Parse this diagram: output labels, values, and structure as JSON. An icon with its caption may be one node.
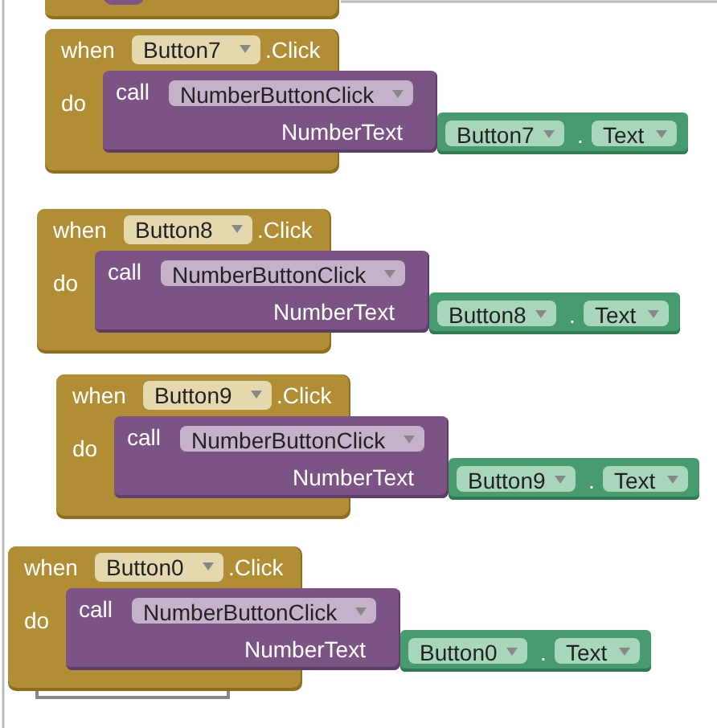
{
  "diagram": {
    "nodes": [
      {
        "text": [],
        "shape": "box"
      },
      {
        "text": [
          "when",
          ".Click",
          "do"
        ]
      },
      {
        "text": [
          "Button7"
        ],
        "in": 1
      },
      {
        "text": [
          "call",
          "NumberText"
        ]
      },
      {
        "text": [
          "NumberButtonClick"
        ],
        "in": 3
      },
      {
        "text": [
          "."
        ]
      },
      {
        "text": [
          "Button7"
        ],
        "in": 5
      },
      {
        "text": [
          "Text"
        ],
        "in": 5
      },
      {
        "text": [
          "when",
          ".Click",
          "do"
        ]
      },
      {
        "text": [
          "Button8"
        ],
        "in": 8
      },
      {
        "text": [
          "call",
          "NumberText"
        ]
      },
      {
        "text": [
          "NumberButtonClick"
        ],
        "in": 10
      },
      {
        "text": [
          "."
        ]
      },
      {
        "text": [
          "Button8"
        ],
        "in": 12
      },
      {
        "text": [
          "Text"
        ],
        "in": 12
      },
      {
        "text": [
          "when",
          ".Click",
          "do"
        ]
      },
      {
        "text": [
          "Button9"
        ],
        "in": 15
      },
      {
        "text": [
          "call",
          "NumberText"
        ]
      },
      {
        "text": [
          "NumberButtonClick"
        ],
        "in": 17
      },
      {
        "text": [
          "."
        ]
      },
      {
        "text": [
          "Button9"
        ],
        "in": 19
      },
      {
        "text": [
          "Text"
        ],
        "in": 19
      },
      {
        "text": [
          "when",
          ".Click",
          "do"
        ]
      },
      {
        "text": [
          "Button0"
        ],
        "in": 22
      },
      {
        "text": [
          "call",
          "NumberText"
        ]
      },
      {
        "text": [
          "NumberButtonClick"
        ],
        "in": 24
      },
      {
        "text": [
          "."
        ]
      },
      {
        "text": [
          "Button0"
        ],
        "in": 26
      },
      {
        "text": [
          "Text"
        ],
        "in": 26
      },
      {
        "text": [],
        "shape": "box"
      }
    ],
    "edges": []
  }
}
